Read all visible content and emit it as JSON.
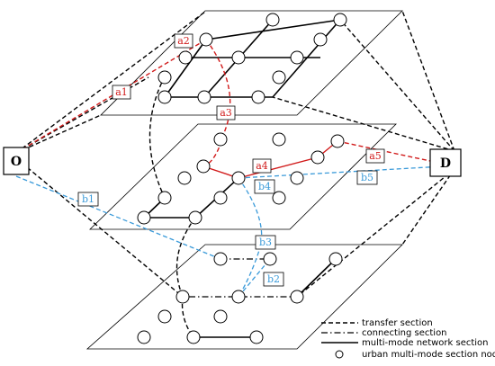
{
  "diagram": {
    "origin_label": "O",
    "destination_label": "D",
    "colors": {
      "transfer": "#000000",
      "network": "#000000",
      "red_path": "#d11a1a",
      "blue_path": "#3a9ad9",
      "node_fill": "#ffffff",
      "node_stroke": "#000000"
    },
    "red_labels": {
      "a1": "a1",
      "a2": "a2",
      "a3": "a3",
      "a4": "a4",
      "a5": "a5"
    },
    "blue_labels": {
      "b1": "b1",
      "b2": "b2",
      "b3": "b3",
      "b4": "b4",
      "b5": "b5"
    }
  },
  "legend": {
    "transfer": "transfer section",
    "connecting": "connecting section",
    "network": "multi-mode network section",
    "node": "urban multi-mode section node"
  }
}
